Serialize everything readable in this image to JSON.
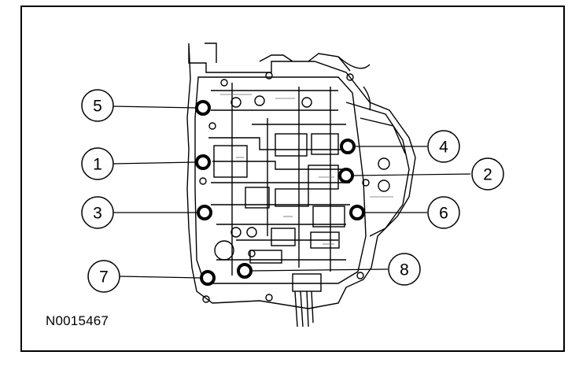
{
  "figure_id": "N0015467",
  "callouts": [
    "5",
    "1",
    "3",
    "7",
    "4",
    "2",
    "6",
    "8"
  ],
  "colors": {
    "line": "#000000",
    "background": "#ffffff",
    "detail": "#666666"
  }
}
